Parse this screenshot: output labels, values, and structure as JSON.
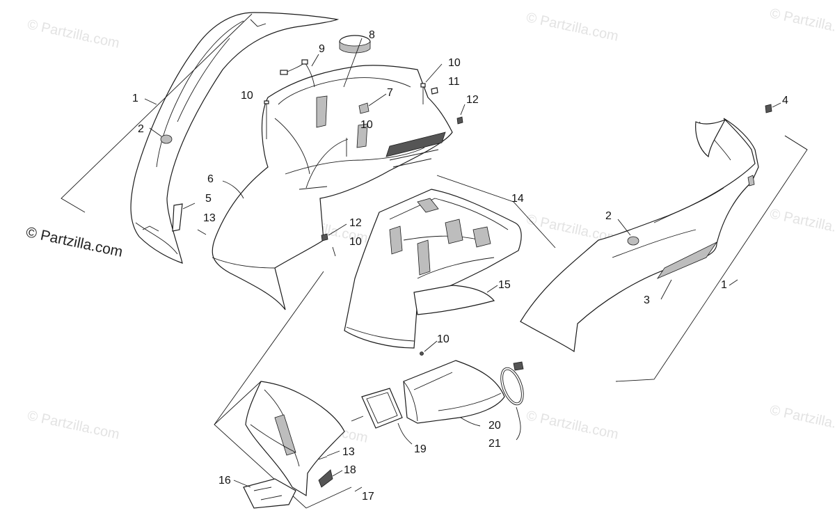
{
  "watermark_text": "© Partzilla.com",
  "copyright_text": "© Partzilla.com",
  "callouts": {
    "c1a": "1",
    "c1b": "1",
    "c2a": "2",
    "c2b": "2",
    "c3": "3",
    "c4": "4",
    "c5": "5",
    "c6": "6",
    "c7": "7",
    "c8": "8",
    "c9": "9",
    "c10a": "10",
    "c10b": "10",
    "c10c": "10",
    "c10d": "10",
    "c10e": "10",
    "c11": "11",
    "c12a": "12",
    "c12b": "12",
    "c13a": "13",
    "c13b": "13",
    "c14": "14",
    "c15": "15",
    "c16": "16",
    "c17": "17",
    "c18": "18",
    "c19": "19",
    "c20": "20",
    "c21": "21"
  },
  "colors": {
    "line": "#1a1a1a",
    "shade": "#bdbdbd",
    "watermark": "#e3e3e3"
  }
}
